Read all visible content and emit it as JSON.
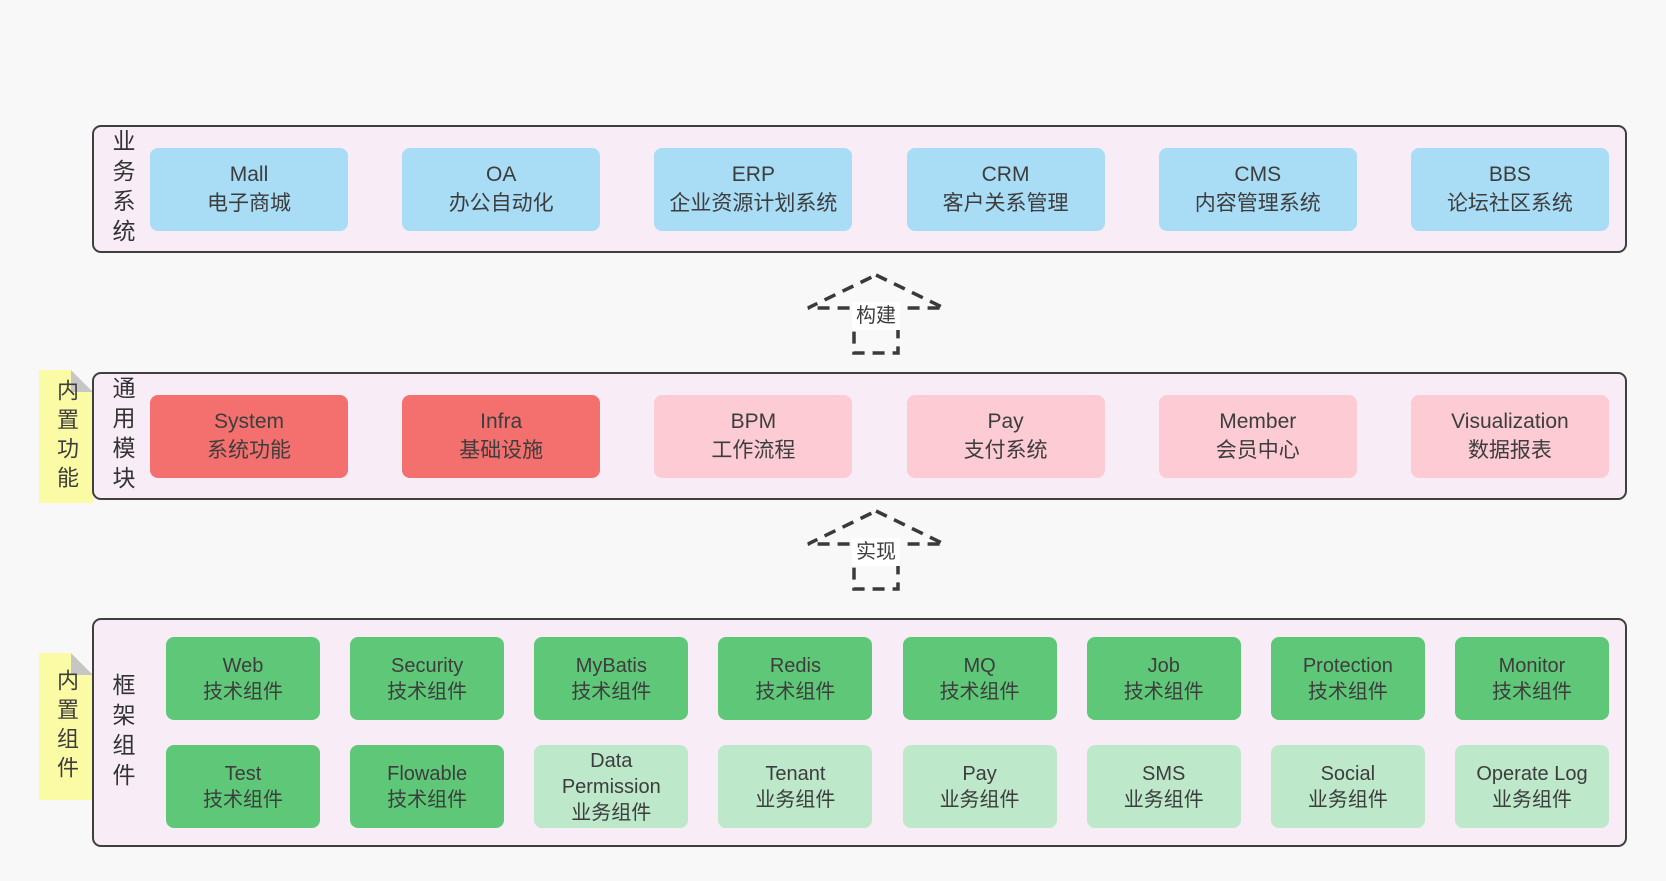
{
  "colors": {
    "page_bg": "#f8f8f8",
    "panel_bg": "#f8edf7",
    "panel_border": "#3f3f3f",
    "text": "#3d3d3d",
    "blue": "#a9dcf5",
    "red": "#f4706e",
    "pink": "#fccbd3",
    "green": "#5fc878",
    "lightgreen": "#bde8c9",
    "yellow": "#fbfba5",
    "fold_gray": "#c6c6c6"
  },
  "arrows": [
    {
      "label": "构建"
    },
    {
      "label": "实现"
    }
  ],
  "sections": [
    {
      "label": "业务系统",
      "rows": [
        [
          {
            "title": "Mall",
            "subtitle": "电子商城",
            "color": "blue"
          },
          {
            "title": "OA",
            "subtitle": "办公自动化",
            "color": "blue"
          },
          {
            "title": "ERP",
            "subtitle": "企业资源计划系统",
            "color": "blue"
          },
          {
            "title": "CRM",
            "subtitle": "客户关系管理",
            "color": "blue"
          },
          {
            "title": "CMS",
            "subtitle": "内容管理系统",
            "color": "blue"
          },
          {
            "title": "BBS",
            "subtitle": "论坛社区系统",
            "color": "blue"
          }
        ]
      ]
    },
    {
      "label": "通用模块",
      "tab": "内置功能",
      "rows": [
        [
          {
            "title": "System",
            "subtitle": "系统功能",
            "color": "red"
          },
          {
            "title": "Infra",
            "subtitle": "基础设施",
            "color": "red"
          },
          {
            "title": "BPM",
            "subtitle": "工作流程",
            "color": "pink"
          },
          {
            "title": "Pay",
            "subtitle": "支付系统",
            "color": "pink"
          },
          {
            "title": "Member",
            "subtitle": "会员中心",
            "color": "pink"
          },
          {
            "title": "Visualization",
            "subtitle": "数据报表",
            "color": "pink"
          }
        ]
      ]
    },
    {
      "label": "框架组件",
      "tab": "内置组件",
      "rows": [
        [
          {
            "title": "Web",
            "subtitle": "技术组件",
            "color": "green"
          },
          {
            "title": "Security",
            "subtitle": "技术组件",
            "color": "green"
          },
          {
            "title": "MyBatis",
            "subtitle": "技术组件",
            "color": "green"
          },
          {
            "title": "Redis",
            "subtitle": "技术组件",
            "color": "green"
          },
          {
            "title": "MQ",
            "subtitle": "技术组件",
            "color": "green"
          },
          {
            "title": "Job",
            "subtitle": "技术组件",
            "color": "green"
          },
          {
            "title": "Protection",
            "subtitle": "技术组件",
            "color": "green"
          },
          {
            "title": "Monitor",
            "subtitle": "技术组件",
            "color": "green"
          }
        ],
        [
          {
            "title": "Test",
            "subtitle": "技术组件",
            "color": "green"
          },
          {
            "title": "Flowable",
            "subtitle": "技术组件",
            "color": "green"
          },
          {
            "title": "Data Permission",
            "subtitle": "业务组件",
            "color": "lightgreen"
          },
          {
            "title": "Tenant",
            "subtitle": "业务组件",
            "color": "lightgreen"
          },
          {
            "title": "Pay",
            "subtitle": "业务组件",
            "color": "lightgreen"
          },
          {
            "title": "SMS",
            "subtitle": "业务组件",
            "color": "lightgreen"
          },
          {
            "title": "Social",
            "subtitle": "业务组件",
            "color": "lightgreen"
          },
          {
            "title": "Operate Log",
            "subtitle": "业务组件",
            "color": "lightgreen"
          }
        ]
      ]
    }
  ]
}
